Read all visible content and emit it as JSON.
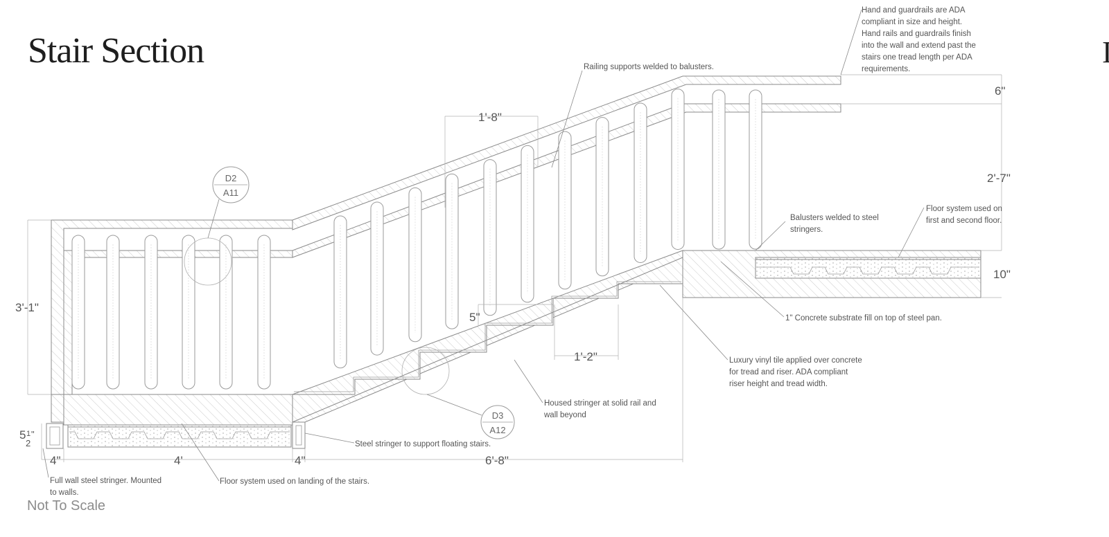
{
  "title": "Stair Section",
  "scale_note": "Not To Scale",
  "corner_mark": "I",
  "notes": {
    "handrail_ada": [
      "Hand and guardrails are ADA",
      "compliant in size and height.",
      "Hand rails and guardrails finish",
      "into the wall and extend past the",
      "stairs one tread length per ADA",
      "requirements."
    ],
    "railing_supports": [
      "Railing supports welded to balusters."
    ],
    "balusters_welded": [
      "Balusters welded to steel",
      "stringers."
    ],
    "floor_first_second": [
      "Floor system used on",
      "first and second floor."
    ],
    "concrete_fill": [
      "1\" Concrete substrate fill on top of steel pan."
    ],
    "vinyl_tile": [
      "Luxury vinyl tile applied over concrete",
      "for tread and riser. ADA compliant",
      "riser height and tread width."
    ],
    "housed_stringer": [
      "Housed stringer at solid rail and",
      "wall beyond"
    ],
    "steel_stringer": [
      "Steel stringer to support floating stairs."
    ],
    "floor_landing": [
      "Floor system used on landing of the stairs."
    ],
    "wall_stringer": [
      "Full wall steel stringer. Mounted",
      "to walls."
    ]
  },
  "dimensions": {
    "rail_spacing": "6\"",
    "rail_height_upper": "2'-7\"",
    "floor_thickness": "10\"",
    "baluster_spacing": "1'-8\"",
    "riser": "5\"",
    "tread": "1'-2\"",
    "guard_height_lower": "3'-1\"",
    "landing_thickness_a": "5",
    "landing_thickness_b": "1",
    "landing_thickness_c": "2",
    "landing_thickness_d": "\"",
    "wall_stringer_width": "4\"",
    "landing_length": "4'",
    "stringer_width": "4\"",
    "run_length": "6'-8\""
  },
  "detail_tags": {
    "d2": {
      "id": "D2",
      "sheet": "A11"
    },
    "d3": {
      "id": "D3",
      "sheet": "A12"
    }
  }
}
